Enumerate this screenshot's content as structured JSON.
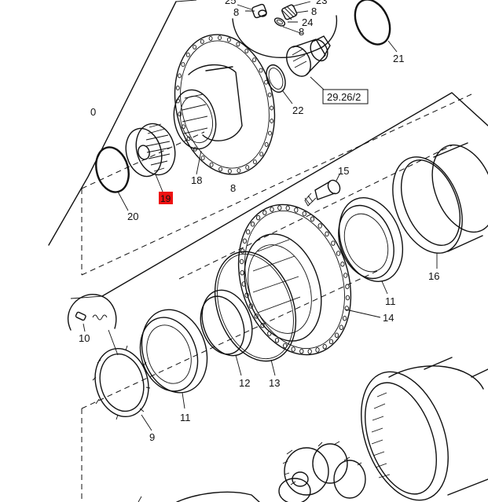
{
  "highlight_color": "#ee1111",
  "labels": {
    "p0": "0",
    "p8a": "8",
    "p8b": "8",
    "p8c": "8",
    "p8d": "8",
    "p9": "9",
    "p10": "10",
    "p11a": "11",
    "p11b": "11",
    "p12": "12",
    "p13": "13",
    "p14": "14",
    "p15": "15",
    "p16": "16",
    "p18": "18",
    "p19": "19",
    "p20": "20",
    "p21": "21",
    "p22": "22",
    "p23": "23",
    "p24": "24",
    "p25": "25",
    "p26": "29.26/2"
  }
}
